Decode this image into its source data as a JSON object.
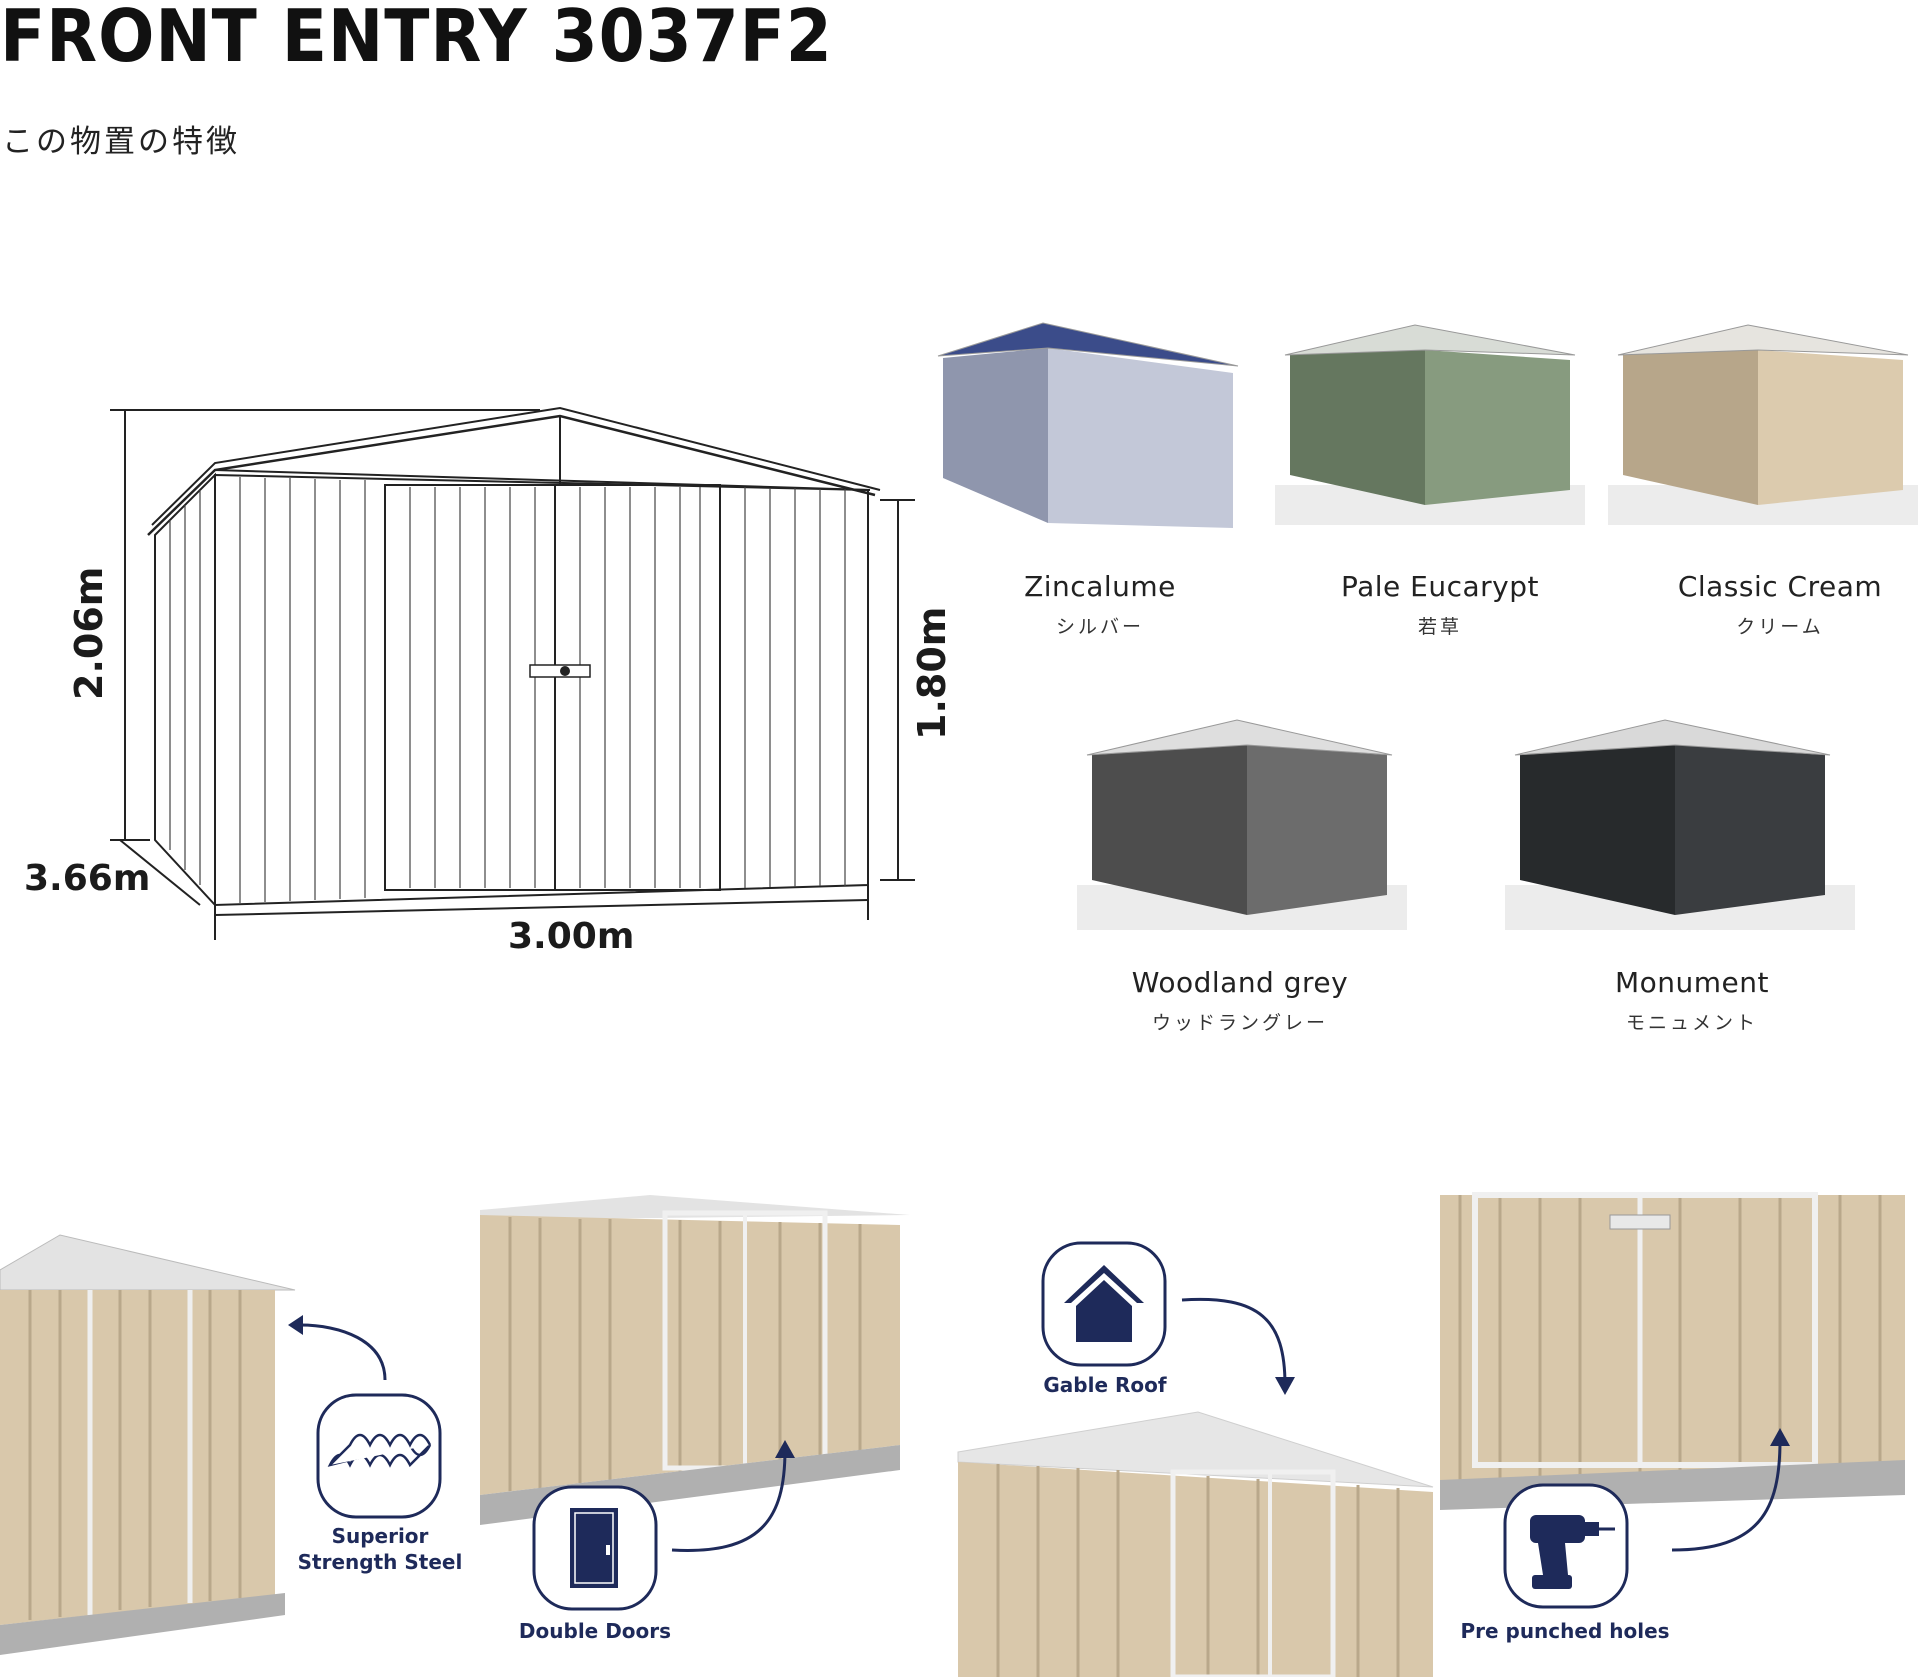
{
  "header": {
    "title": "FRONT ENTRY 3037F2",
    "subtitle": "この物置の特徴"
  },
  "dimensions": {
    "height": "2.06m",
    "wall_height": "1.80m",
    "depth": "3.66m",
    "width": "3.00m"
  },
  "colors": [
    {
      "name": "Zincalume",
      "sub": "シルバー",
      "wall": "#c3c8d8",
      "dark": "#8f96ad",
      "roof": "#3b4c8a"
    },
    {
      "name": "Pale Eucarypt",
      "sub": "若草",
      "wall": "#879b7f",
      "dark": "#65775f",
      "roof": "#d8dcd6"
    },
    {
      "name": "Classic Cream",
      "sub": "クリーム",
      "wall": "#dccbae",
      "dark": "#b7a68a",
      "roof": "#e6e4df"
    },
    {
      "name": "Woodland grey",
      "sub": "ウッドラングレー",
      "wall": "#6c6c6c",
      "dark": "#4d4d4d",
      "roof": "#dedede"
    },
    {
      "name": "Monument",
      "sub": "モニュメント",
      "wall": "#3a3d40",
      "dark": "#272a2c",
      "roof": "#d9d9d9"
    }
  ],
  "features": {
    "steel": "Superior Strength Steel",
    "doors": "Double Doors",
    "roof": "Gable Roof",
    "holes": "Pre punched holes"
  },
  "accent_color": "#1e2a5a"
}
